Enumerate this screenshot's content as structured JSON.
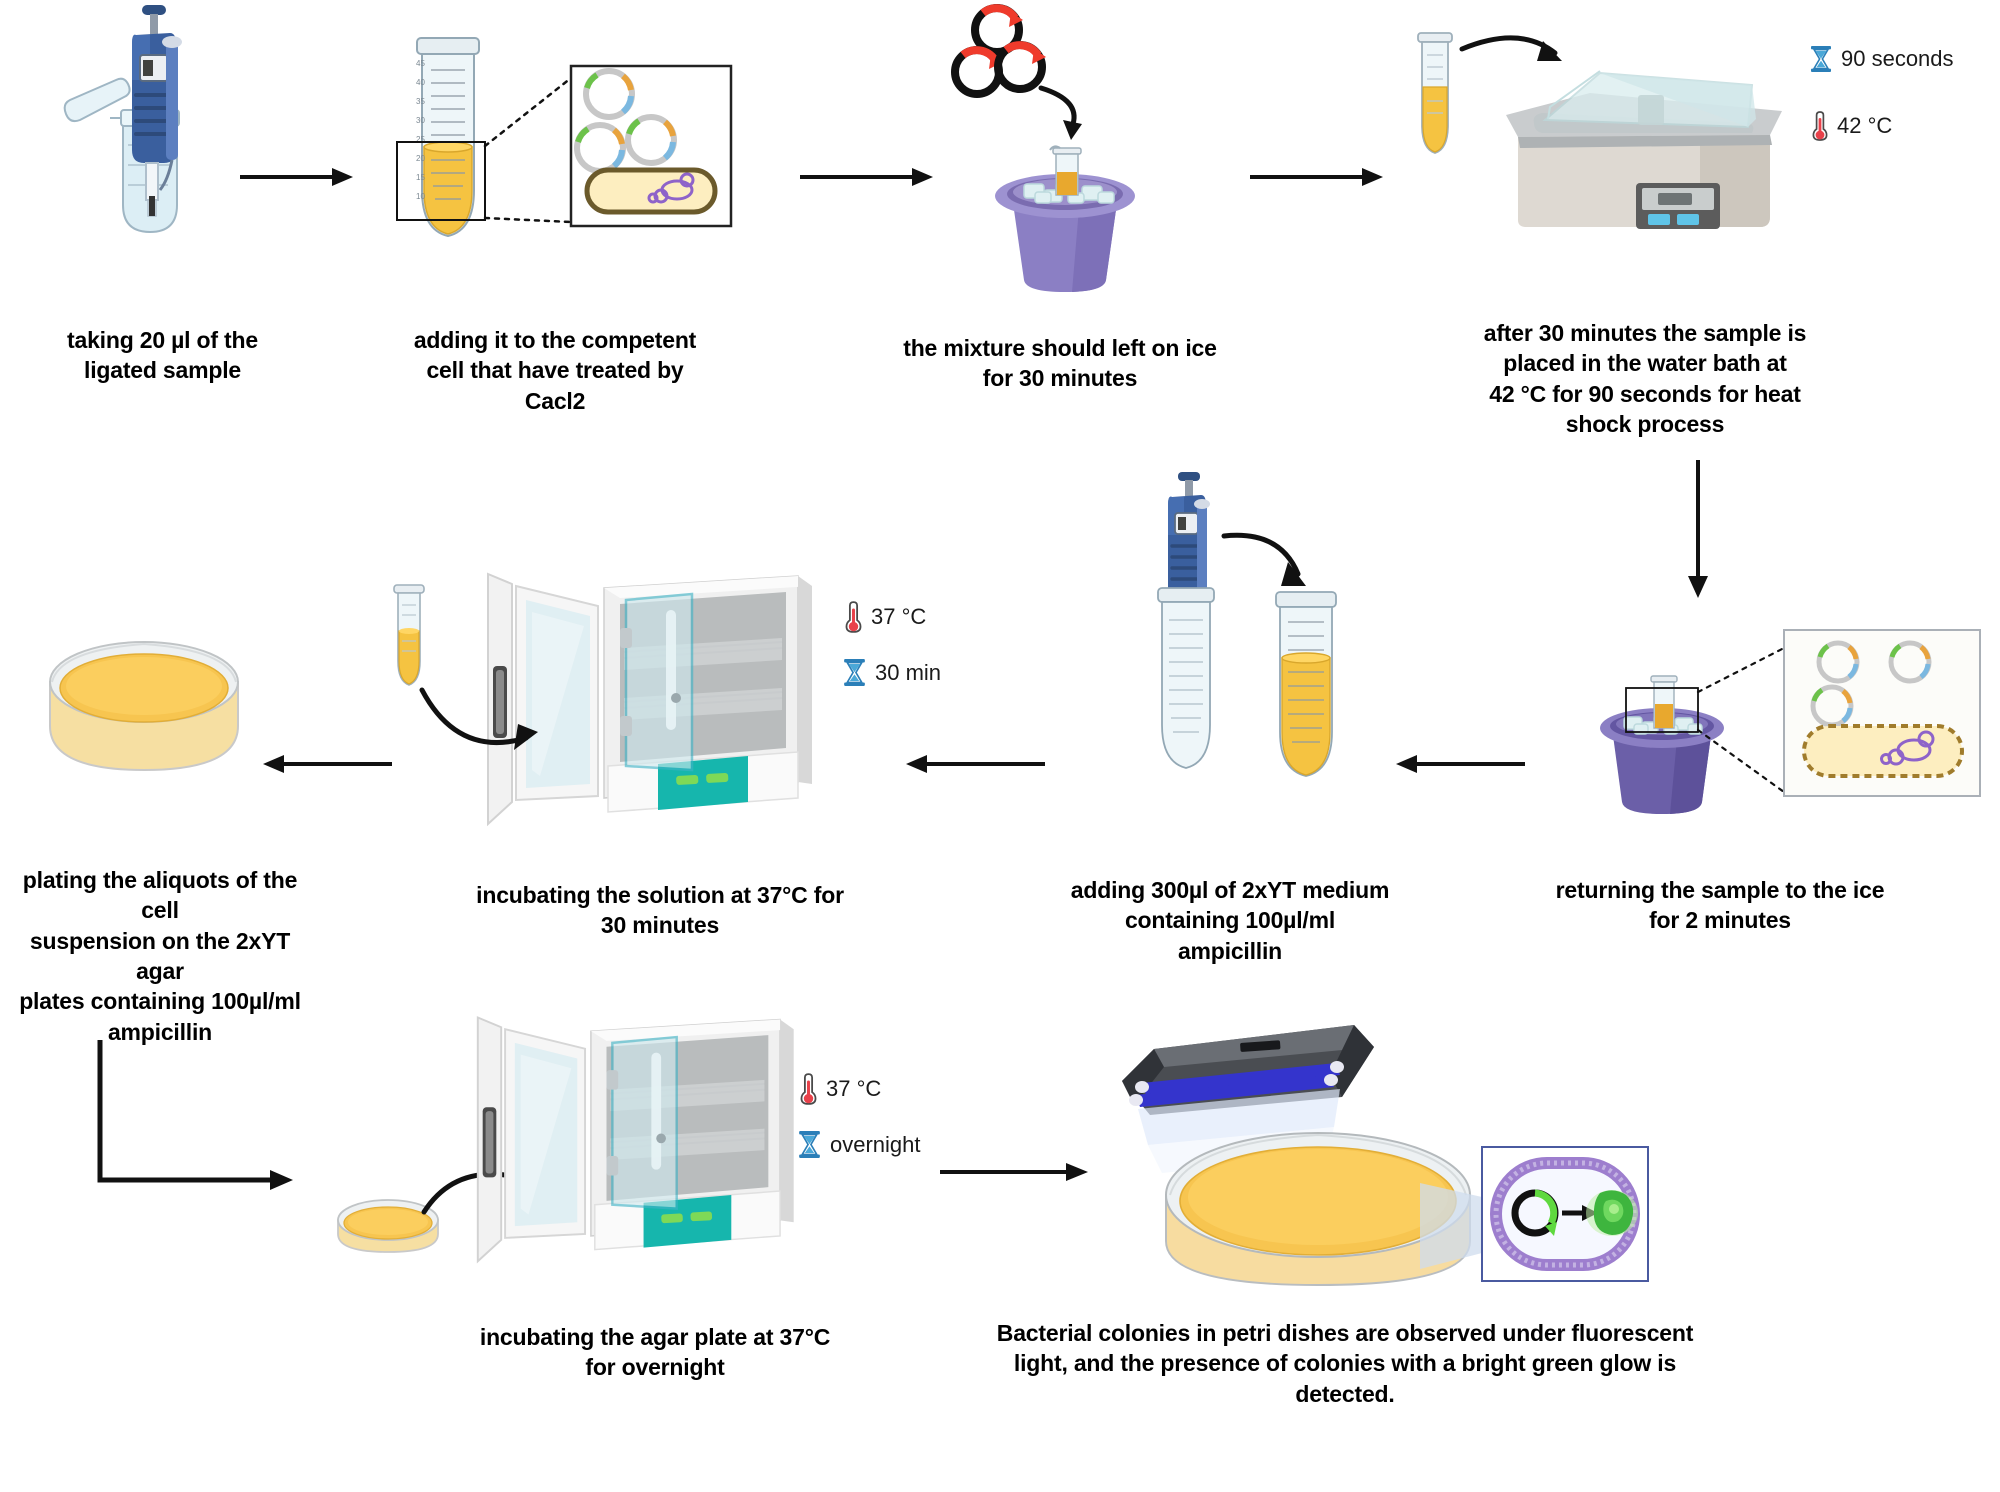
{
  "diagram": {
    "title": "Bacterial transformation and screening workflow",
    "background": "#ffffff"
  },
  "colors": {
    "tube_liquid": "#f5c341",
    "tube_liquid_dark": "#e0a82e",
    "ice_bucket": "#8b7fc4",
    "ice_bucket_dark": "#6b5fa8",
    "ice_cube": "#dff0f2",
    "incubator_panel": "#16b6ad",
    "agar": "#f7c550",
    "uv_tube": "#3434cc",
    "uv_housing": "#3f3f44",
    "pipette_body": "#3a5f9e",
    "plasmid_red": "#ef3b2c",
    "plasmid_green": "#6cc24a",
    "bacterium_fill": "#fdeec0",
    "bacterium_outline": "#6b5a2b",
    "dna_purple": "#8e63c9",
    "hourglass_blue": "#2b7fb8",
    "thermometer_red": "#e8414a",
    "arrow": "#111111"
  },
  "steps": [
    {
      "id": "step-1",
      "index": 1,
      "caption": "taking 20 µl of the\nligated sample",
      "icon": "pipette-and-microtube"
    },
    {
      "id": "step-2",
      "index": 2,
      "caption": "adding it to the competent\ncell that have treated by\nCacl2",
      "icon": "conical-tube-with-plasmid-inset"
    },
    {
      "id": "step-3",
      "index": 3,
      "caption": "the mixture should left on ice\nfor 30 minutes",
      "icon": "ice-bucket-with-plasmids"
    },
    {
      "id": "step-4",
      "index": 4,
      "caption": "after 30 minutes the sample is\nplaced in the water bath at\n42 °C for 90 seconds for heat\nshock process",
      "icon": "water-bath"
    },
    {
      "id": "step-5",
      "index": 5,
      "caption": "returning the sample to the ice\nfor 2 minutes",
      "icon": "ice-bucket-with-transformed-cell-inset"
    },
    {
      "id": "step-6",
      "index": 6,
      "caption": "adding 300µl of 2xYT medium\ncontaining 100µl/ml\nampicillin",
      "icon": "pipette-into-conical-tube"
    },
    {
      "id": "step-7",
      "index": 7,
      "caption": "incubating the solution at 37°C for\n30 minutes",
      "icon": "incubator-with-tube"
    },
    {
      "id": "step-8",
      "index": 8,
      "caption": "plating the aliquots of the cell\nsuspension on the 2xYT agar\nplates containing 100µl/ml\nampicillin",
      "icon": "agar-petri-dish"
    },
    {
      "id": "step-9",
      "index": 9,
      "caption": "incubating the agar plate at 37°C\nfor overnight",
      "icon": "incubator-with-plate"
    },
    {
      "id": "step-10",
      "index": 10,
      "caption": "Bacterial colonies in petri dishes are observed under fluorescent\nlight, and the presence of colonies with a bright green glow is\ndetected.",
      "icon": "uv-lamp-and-petri-dish-with-gfp-inset"
    }
  ],
  "annotations": {
    "waterbath_time": {
      "icon": "hourglass-icon",
      "text": "90 seconds"
    },
    "waterbath_temp": {
      "icon": "thermometer-icon",
      "text": "42 °C"
    },
    "incubator1_temp": {
      "icon": "thermometer-icon",
      "text": "37 °C"
    },
    "incubator1_time": {
      "icon": "hourglass-icon",
      "text": "30 min"
    },
    "incubator2_temp": {
      "icon": "thermometer-icon",
      "text": "37 °C"
    },
    "incubator2_time": {
      "icon": "hourglass-icon",
      "text": "overnight"
    }
  },
  "insets": {
    "plasmid_and_competent_cell": {
      "plasmid_count": 3,
      "description": "three plasmids above an untransformed bacterium with purple genomic DNA"
    },
    "transformed_cell": {
      "plasmid_count": 3,
      "description": "three plasmids above a bacterium with dashed membrane containing purple DNA"
    },
    "gfp_expression": {
      "description": "plasmid with green insert arrow pointing to green fluorescent protein inside a purple-walled bacterium"
    }
  }
}
